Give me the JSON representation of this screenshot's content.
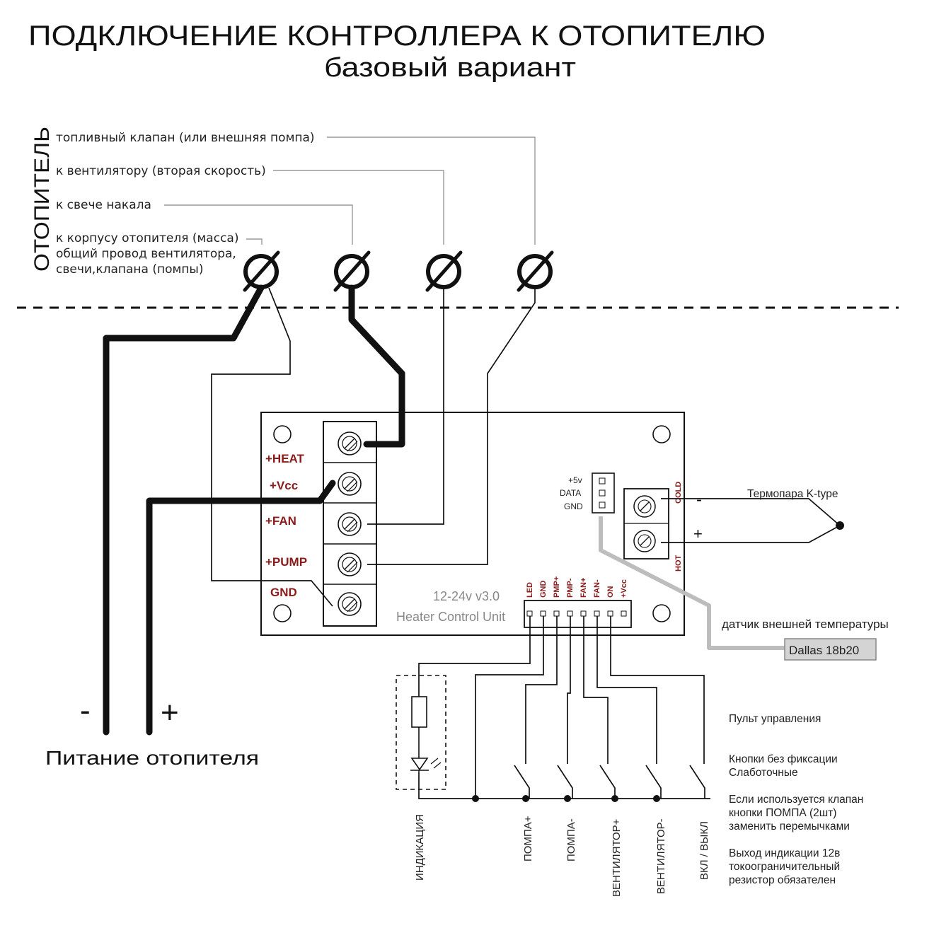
{
  "title": "ПОДКЛЮЧЕНИЕ КОНТРОЛЛЕРА К ОТОПИТЕЛЮ",
  "subtitle": "базовый вариант",
  "heater": {
    "side_label": "ОТОПИТЕЛЬ",
    "labels": [
      "топливный клапан (или внешняя помпа)",
      "к вентилятору (вторая скорость)",
      "к свече накала",
      "к корпусу отопителя (масса)",
      "общий провод вентилятора,",
      "свечи,клапана (помпы)"
    ]
  },
  "power": {
    "minus": "-",
    "plus": "+",
    "label": "Питание отопителя"
  },
  "board": {
    "terminals": [
      "+HEAT",
      "+Vcc",
      "+FAN",
      "+PUMP",
      "GND"
    ],
    "sensor_pins": [
      "+5v",
      "DATA",
      "GND"
    ],
    "version": "12-24v v3.0",
    "name": "Heater Control Unit",
    "header_pins": [
      "LED",
      "GND",
      "PMP+",
      "PMP-",
      "FAN+",
      "FAN-",
      "ON",
      "+Vcc"
    ],
    "tc_cold": "COLD",
    "tc_hot": "HOT"
  },
  "thermocouple": {
    "label": "Термопара K-type",
    "minus": "-",
    "plus": "+"
  },
  "sensor": {
    "label": "датчик внешней температуры",
    "name": "Dallas 18b20"
  },
  "panel": {
    "buttons": [
      "ИНДИКАЦИЯ",
      "ПОМПА+",
      "ПОМПА-",
      "ВЕНТИЛЯТОР+",
      "ВЕНТИЛЯТОР-",
      "ВКЛ / ВЫКЛ"
    ],
    "notes": [
      "Пульт управления",
      "Кнопки без фиксации",
      "Слаботочные",
      "Если используется клапан",
      "кнопки ПОМПА (2шт)",
      "заменить перемычками",
      "Выход индикации 12в",
      "токоограничительный",
      "резистор обязателен"
    ]
  }
}
